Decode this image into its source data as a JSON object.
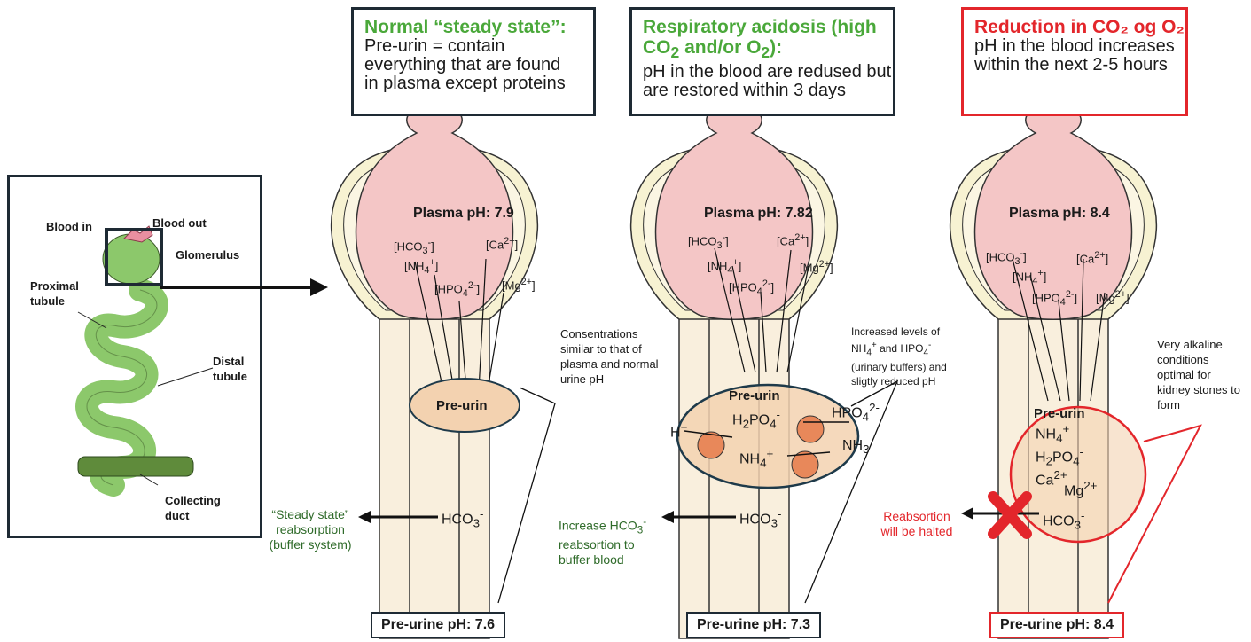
{
  "panels": {
    "normal": {
      "title": "Normal “steady state”:",
      "body": "Pre-urin = contain everything that are found in plasma except proteins",
      "plasma_ph": "Plasma pH: 7.9",
      "pre_urin": "Pre-urin",
      "side_note": "Consentrations similar to that of plasma and normal urine pH",
      "reabsorption": "“Steady state” reabsorption (buffer system)",
      "result": "Pre-urine pH: 7.6"
    },
    "acidosis": {
      "title_a": "Respiratory acidosis (high",
      "title_b": "CO",
      "title_sub": "2",
      "title_c": " and/or O",
      "title_sub2": "2",
      "title_d": "):",
      "body": "pH in the blood are redused but are restored within 3 days",
      "plasma_ph": "Plasma pH: 7.82",
      "pre_urin": "Pre-urin",
      "side_note_1": "Increased levels of",
      "side_note_2": "(urinary buffers) and sligtly reduced pH",
      "reabsorption_1": "Increase HCO",
      "reabsorption_2": "reabsortion to buffer blood",
      "result": "Pre-urine pH: 7.3"
    },
    "reduction": {
      "title": "Reduction in CO₂ og O₂",
      "body": "pH in the blood increases within the next 2-5 hours",
      "plasma_ph": "Plasma pH: 8.4",
      "pre_urin": "Pre-urin",
      "side_note": "Very alkaline conditions optimal for kidney stones to form",
      "reabsorption": "Reabsortion will be halted",
      "result": "Pre-urine pH: 8.4"
    }
  },
  "nephron": {
    "blood_in": "Blood in",
    "blood_out": "Blood out",
    "glomerulus": "Glomerulus",
    "proximal": "Proximal tubule",
    "distal": "Distal tubule",
    "collecting": "Collecting duct"
  },
  "colors": {
    "green_title": "#4aa83a",
    "red_title": "#e3262b",
    "plasma": "#f4c6c6",
    "capsule": "#f7f2d2",
    "tube": "#f9efdd",
    "preurin": "#f3d2b0",
    "ion_ball": "#e8885a",
    "tubule_green": "#8cc86b"
  }
}
